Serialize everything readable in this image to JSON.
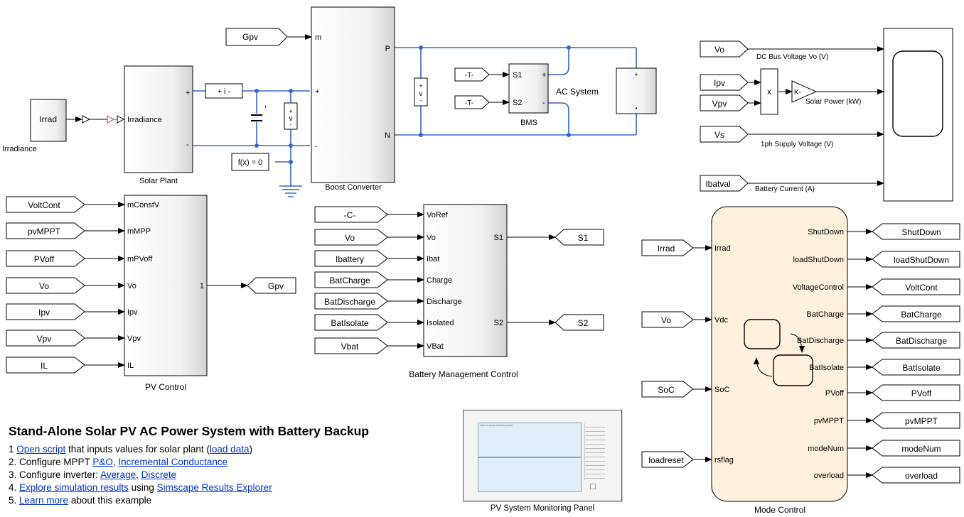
{
  "solar_input": {
    "irrad_label": "Irrad",
    "irradiance_caption": "Irradiance"
  },
  "solar_plant": {
    "port": "Irradiance",
    "caption": "Solar Plant",
    "plus": "+",
    "minus": "-"
  },
  "sensor": {
    "label": "+ i -"
  },
  "solver": {
    "label": "f(x) = 0"
  },
  "boost": {
    "caption": "Boost Converter",
    "m": "m",
    "plus": "+",
    "minus": "-",
    "p": "P",
    "n": "N"
  },
  "gpv_input": "Gpv",
  "bms": {
    "caption": "BMS",
    "s1": "S1",
    "s2": "S2",
    "plus": "+",
    "minus": "-",
    "goto1": "-T-",
    "goto2": "-T-"
  },
  "ac_system": {
    "label": "AC System",
    "plus": "+",
    "dot": "•"
  },
  "scope": {
    "signals": [
      "Vo",
      "Ipv",
      "Vpv",
      "Vs",
      "Ibatval"
    ],
    "captions": [
      "DC Bus Voltage Vo (V)",
      "Solar Power (kW)",
      "1ph Supply Voltage (V)",
      "Battery Current (A)"
    ],
    "product": "x",
    "gain": "K-"
  },
  "pv_control": {
    "caption": "PV Control",
    "inputs": [
      "VoltCont",
      "pvMPPT",
      "PVoff",
      "Vo",
      "Ipv",
      "Vpv",
      "IL"
    ],
    "ports": [
      "mConstV",
      "mMPP",
      "mPVoff",
      "Vo",
      "Ipv",
      "Vpv",
      "IL"
    ],
    "out_port": "1",
    "goto": "Gpv"
  },
  "battery_control": {
    "caption": "Battery Management Control",
    "inputs": [
      "-C-",
      "Vo",
      "Ibattery",
      "BatCharge",
      "BatDischarge",
      "BatIsolate",
      "Vbat"
    ],
    "ports": [
      "VoRef",
      "Vo",
      "Ibat",
      "Charge",
      "Discharge",
      "Isolated",
      "VBat"
    ],
    "out_ports": [
      "S1",
      "S2"
    ],
    "gotos": [
      "S1",
      "S2"
    ]
  },
  "mode_control": {
    "caption": "Mode Control",
    "inputs": [
      "Irrad",
      "Vo",
      "SoC",
      "loadreset"
    ],
    "in_ports": [
      "Irrad",
      "Vdc",
      "SoC",
      "rsflag"
    ],
    "out_ports": [
      "ShutDown",
      "loadShutDown",
      "VoltageControl",
      "BatCharge",
      "BatDischarge",
      "BatIsolate",
      "PVoff",
      "pvMPPT",
      "modeNum",
      "overload"
    ],
    "gotos": [
      "ShutDown",
      "loadShutDown",
      "VoltCont",
      "BatCharge",
      "BatDischarge",
      "BatIsolate",
      "PVoff",
      "pvMPPT",
      "modeNum",
      "overload"
    ]
  },
  "monitor_panel": {
    "caption": "PV System Monitoring Panel",
    "panel_title": "Solar PV System Monitoring Panel"
  },
  "notes": {
    "title": "Stand-Alone Solar PV AC Power System with Battery Backup",
    "line1": {
      "a": "1 ",
      "link1": "Open script",
      "b": " that inputs values for solar plant (",
      "link2": "load data",
      "c": ")"
    },
    "line2": {
      "a": "2. Configure MPPT ",
      "link1": "P&O",
      "b": ", ",
      "link2": "Incremental Conductance"
    },
    "line3": {
      "a": "3. Configure inverter: ",
      "link1": "Average",
      "b": ", ",
      "link2": "Discrete"
    },
    "line4": {
      "link1": "Explore simulation results",
      "a": " using ",
      "link2": "Simscape Results Explorer"
    },
    "line5": {
      "a": "5. ",
      "link1": "Learn more",
      "b": " about this example"
    }
  },
  "colors": {
    "wire": "#3366cc",
    "signal": "#000000",
    "link": "#0033cc",
    "mode_fill": "#fdf0dc",
    "block_edge": "#000000"
  }
}
